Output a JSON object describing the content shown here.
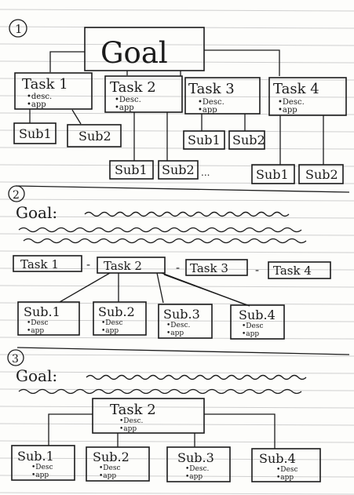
{
  "colors": {
    "ink": "#1b1b1b",
    "rule": "#cfcfcf",
    "paper": "#fdfdfb"
  },
  "s1": {
    "number": "1",
    "goal": "Goal",
    "tasks": [
      {
        "title": "Task 1",
        "line1": "•desc.",
        "line2": "•app"
      },
      {
        "title": "Task 2",
        "line1": "•Desc.",
        "line2": "•app"
      },
      {
        "title": "Task 3",
        "line1": "•Desc.",
        "line2": "•app"
      },
      {
        "title": "Task 4",
        "line1": "•Desc.",
        "line2": "•app"
      }
    ],
    "subs": [
      "Sub1",
      "Sub2",
      "Sub1",
      "Sub2",
      "Sub1",
      "Sub2",
      "Sub1",
      "Sub2"
    ],
    "ellipsis": "..."
  },
  "s2": {
    "number": "2",
    "goal": "Goal:",
    "tasks": [
      "Task 1",
      "Task 2",
      "Task 3",
      "Task 4"
    ],
    "dash": "-",
    "subs": [
      {
        "title": "Sub.1",
        "line1": "•Desc",
        "line2": "•app"
      },
      {
        "title": "Sub.2",
        "line1": "•Desc",
        "line2": "•app"
      },
      {
        "title": "Sub.3",
        "line1": "•Desc.",
        "line2": "•app"
      },
      {
        "title": "Sub.4",
        "line1": "•Desc",
        "line2": "•app"
      }
    ]
  },
  "s3": {
    "number": "3",
    "goal": "Goal:",
    "task": {
      "title": "Task 2",
      "line1": "•Desc.",
      "line2": "•app"
    },
    "subs": [
      {
        "title": "Sub.1",
        "line1": "•Desc",
        "line2": "•app"
      },
      {
        "title": "Sub.2",
        "line1": "•Desc",
        "line2": "•app"
      },
      {
        "title": "Sub.3",
        "line1": "•Desc.",
        "line2": "•app"
      },
      {
        "title": "Sub.4",
        "line1": "•Desc",
        "line2": "•app"
      }
    ]
  }
}
